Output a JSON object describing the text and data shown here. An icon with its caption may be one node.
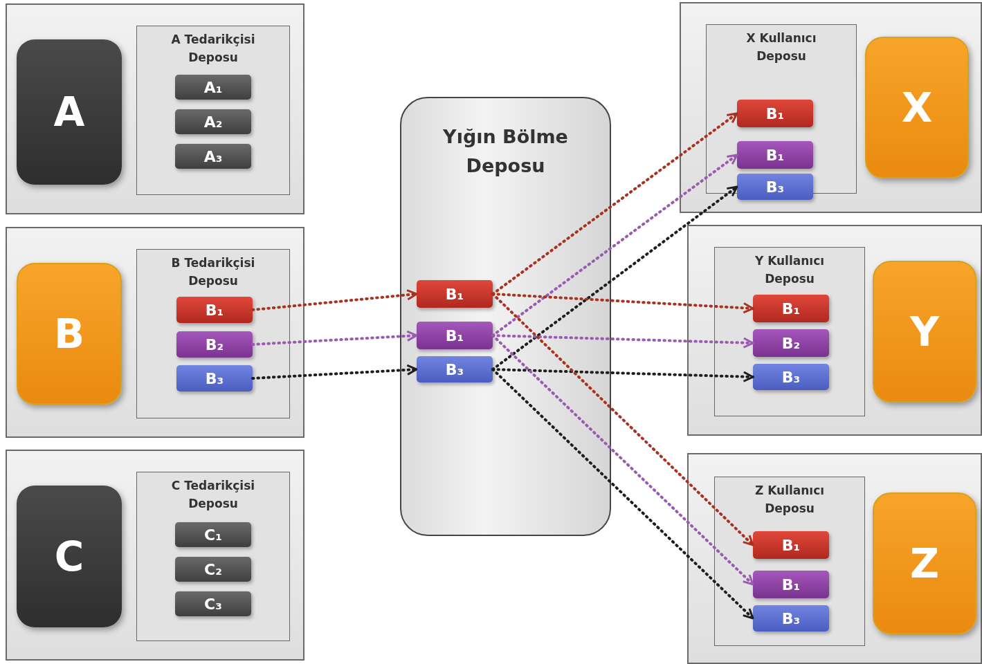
{
  "diagram": {
    "nodes": [
      {
        "text": [],
        "shape": "box"
      },
      {
        "text": [
          "A"
        ],
        "in": 0
      },
      {
        "text": [
          "A Tedarikçisi Deposu"
        ],
        "in": 0
      },
      {
        "text": [
          "A₁"
        ],
        "in": 2
      },
      {
        "text": [
          "A₂"
        ],
        "in": 2
      },
      {
        "text": [
          "A₃"
        ],
        "in": 2
      },
      {
        "text": [],
        "shape": "box"
      },
      {
        "text": [
          "B"
        ],
        "in": 6
      },
      {
        "text": [
          "B Tedarikçisi Deposu"
        ],
        "in": 6
      },
      {
        "text": [
          "B₁"
        ],
        "in": 8
      },
      {
        "text": [
          "B₂"
        ],
        "in": 8
      },
      {
        "text": [
          "B₃"
        ],
        "in": 8
      },
      {
        "text": [],
        "shape": "box"
      },
      {
        "text": [
          "C"
        ],
        "in": 12
      },
      {
        "text": [
          "C Tedarikçisi Deposu"
        ],
        "in": 12
      },
      {
        "text": [
          "C₁"
        ],
        "in": 14
      },
      {
        "text": [
          "C₂"
        ],
        "in": 14
      },
      {
        "text": [
          "C₃"
        ],
        "in": 14
      },
      {
        "text": [
          "Yığın Bölme Deposu"
        ]
      },
      {
        "text": [
          "B₁"
        ],
        "in": 18
      },
      {
        "text": [
          "B₁"
        ],
        "in": 18
      },
      {
        "text": [
          "B₃"
        ],
        "in": 18
      },
      {
        "text": [],
        "shape": "box"
      },
      {
        "text": [
          "X Kullanıcı Deposu"
        ],
        "in": 22
      },
      {
        "text": [
          "B₁"
        ],
        "in": 23
      },
      {
        "text": [
          "B₁"
        ],
        "in": 23
      },
      {
        "text": [
          "B₃"
        ],
        "in": 23
      },
      {
        "text": [
          "X"
        ],
        "in": 22
      },
      {
        "text": [],
        "shape": "box"
      },
      {
        "text": [
          "Y Kullanıcı Deposu"
        ],
        "in": 28
      },
      {
        "text": [
          "B₁"
        ],
        "in": 29
      },
      {
        "text": [
          "B₂"
        ],
        "in": 29
      },
      {
        "text": [
          "B₃"
        ],
        "in": 29
      },
      {
        "text": [
          "Y"
        ],
        "in": 28
      },
      {
        "text": [],
        "shape": "box"
      },
      {
        "text": [
          "Z Kullanıcı Deposu"
        ],
        "in": 34
      },
      {
        "text": [
          "B₁"
        ],
        "in": 35
      },
      {
        "text": [
          "B₁"
        ],
        "in": 35
      },
      {
        "text": [
          "B₃"
        ],
        "in": 35
      },
      {
        "text": [
          "Z"
        ],
        "in": 34
      }
    ],
    "edges": [
      {
        "from": 9,
        "to": 19,
        "arrow": "to",
        "style": "dashed",
        "color": "#a8321f"
      },
      {
        "from": 10,
        "to": 20,
        "arrow": "to",
        "style": "dashed",
        "color": "#9a5ab0"
      },
      {
        "from": 11,
        "to": 21,
        "arrow": "to",
        "style": "dashed",
        "color": "#1e1e1e"
      },
      {
        "from": 19,
        "to": 24,
        "arrow": "to",
        "style": "dashed",
        "color": "#a8321f"
      },
      {
        "from": 20,
        "to": 25,
        "arrow": "to",
        "style": "dashed",
        "color": "#9a5ab0"
      },
      {
        "from": 21,
        "to": 26,
        "arrow": "to",
        "style": "dashed",
        "color": "#1e1e1e"
      },
      {
        "from": 19,
        "to": 30,
        "arrow": "to",
        "style": "dashed",
        "color": "#a8321f"
      },
      {
        "from": 20,
        "to": 31,
        "arrow": "to",
        "style": "dashed",
        "color": "#9a5ab0"
      },
      {
        "from": 21,
        "to": 32,
        "arrow": "to",
        "style": "dashed",
        "color": "#1e1e1e"
      },
      {
        "from": 19,
        "to": 36,
        "arrow": "to",
        "style": "dashed",
        "color": "#a8321f"
      },
      {
        "from": 20,
        "to": 37,
        "arrow": "to",
        "style": "dashed",
        "color": "#9a5ab0"
      },
      {
        "from": 21,
        "to": 38,
        "arrow": "to",
        "style": "dashed",
        "color": "#1e1e1e"
      }
    ]
  }
}
